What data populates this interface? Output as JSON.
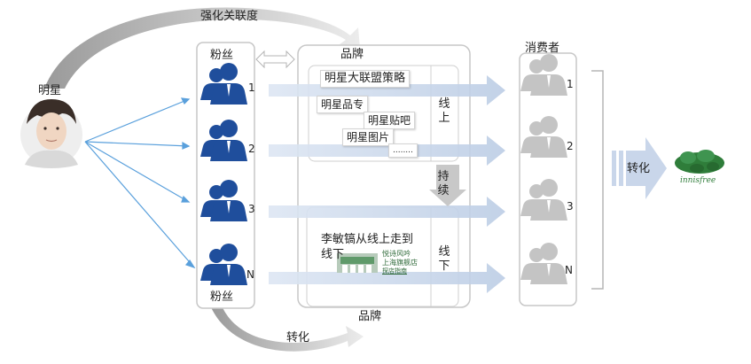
{
  "top_arc_label": "强化关联度",
  "star": {
    "label": "明星"
  },
  "fans": {
    "title_top": "粉丝",
    "title_bottom": "粉丝",
    "numbers": [
      "1",
      "2",
      "3",
      "N"
    ]
  },
  "brand": {
    "title_top": "品牌",
    "title_bottom": "品牌",
    "online_tags": [
      "明星大联盟策略",
      "明星品专",
      "明星贴吧",
      "明星图片",
      "........"
    ],
    "online_label": "线上",
    "continue_label": "持续",
    "offline_text": "李敏镐从线上走到线下",
    "offline_label": "线下",
    "store_sign": [
      "悦诗风吟",
      "上海旗舰店",
      "探店指南"
    ]
  },
  "consumers": {
    "title": "消费者",
    "numbers": [
      "1",
      "2",
      "3",
      "N"
    ]
  },
  "conversion_label": "转化",
  "bottom_arc_label": "转化",
  "logo": {
    "wordmark": "innisfree"
  },
  "colors": {
    "fan_blue": "#1f4e9c",
    "consumer_grey": "#c4c4c4",
    "arrow_fill": "#c9d6ea",
    "fanout_line": "#5aa0dc",
    "logo_green": "#2f7d3a"
  }
}
